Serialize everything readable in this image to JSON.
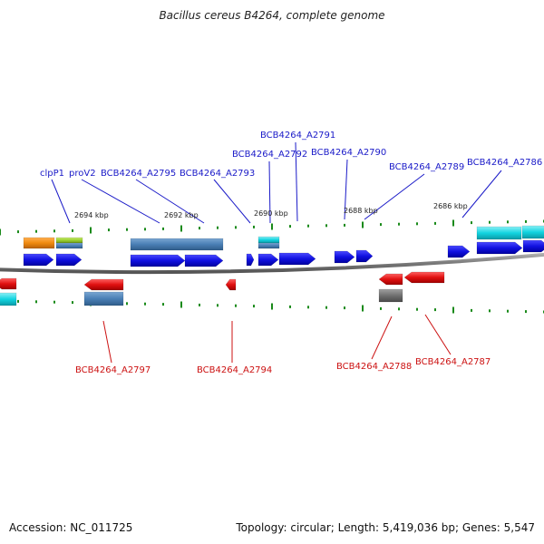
{
  "title": "Bacillus cereus B4264, complete genome",
  "footer": {
    "accession": "Accession: NC_011725",
    "summary": "Topology: circular; Length: 5,419,036 bp; Genes: 5,547"
  },
  "colors": {
    "plus_strand_label": "#1a1ac8",
    "minus_strand_label": "#cc1111",
    "cds_plus": "#1010e0",
    "cds_minus": "#e01010",
    "backbone": "#7a7a7a",
    "tick": "#1a8a1a",
    "steelblue": "#4a7fb5",
    "cyan": "#12d4e0",
    "orange": "#f08a10",
    "yellowgreen": "#9ad030",
    "gray": "#707070"
  },
  "scale_ticks": [
    {
      "label": "2694 kbp"
    },
    {
      "label": "2692 kbp"
    },
    {
      "label": "2690 kbp"
    },
    {
      "label": "2688 kbp"
    },
    {
      "label": "2686 kbp"
    }
  ],
  "plus_labels": [
    {
      "text": "clpP1"
    },
    {
      "text": "proV2"
    },
    {
      "text": "BCB4264_A2795"
    },
    {
      "text": "BCB4264_A2793"
    },
    {
      "text": "BCB4264_A2792"
    },
    {
      "text": "BCB4264_A2791"
    },
    {
      "text": "BCB4264_A2790"
    },
    {
      "text": "BCB4264_A2789"
    },
    {
      "text": "BCB4264_A2786"
    }
  ],
  "minus_labels": [
    {
      "text": "BCB4264_A2797"
    },
    {
      "text": "BCB4264_A2794"
    },
    {
      "text": "BCB4264_A2788"
    },
    {
      "text": "BCB4264_A2787"
    }
  ]
}
